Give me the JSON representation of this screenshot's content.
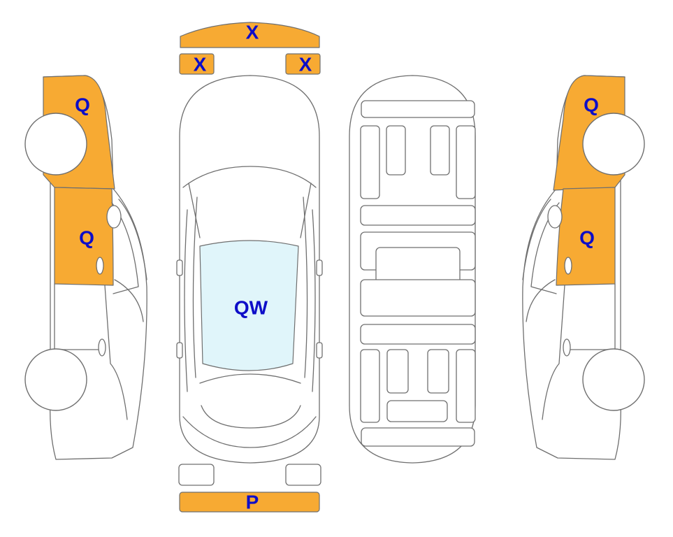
{
  "colors": {
    "damaged": "#F7AA33",
    "glass": "#E0F5FA",
    "outline": "#6F6F6F",
    "label": "#0D0DC8"
  },
  "labels": {
    "rear_bumper": "X",
    "rear_left_light": "X",
    "rear_right_light": "X",
    "left_rear_fender": "Q",
    "left_rear_door": "Q",
    "right_rear_fender": "Q",
    "right_rear_door": "Q",
    "rear_windshield": "QW",
    "front_bumper": "P"
  }
}
